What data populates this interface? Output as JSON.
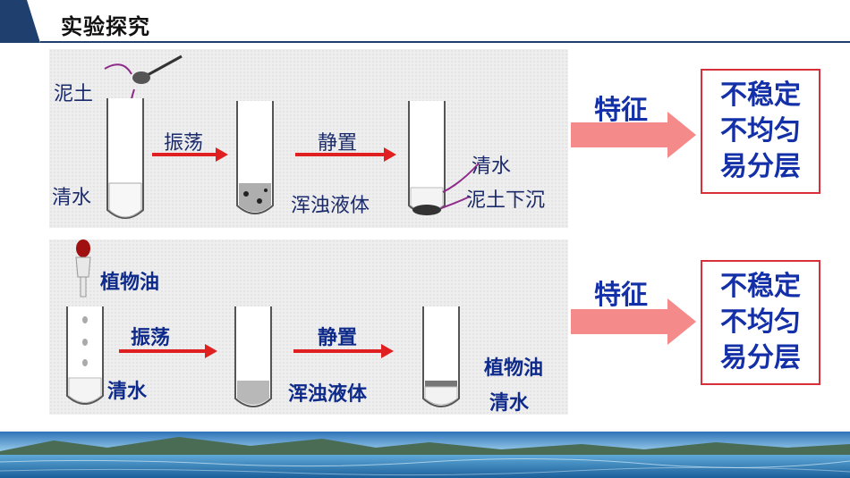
{
  "title": "实验探究",
  "experiment1": {
    "soil": "泥土",
    "water": "清水",
    "shake": "振荡",
    "stand": "静置",
    "turbid": "浑浊液体",
    "clear_water": "清水",
    "settle": "泥土下沉"
  },
  "experiment2": {
    "oil": "植物油",
    "water": "清水",
    "shake": "振荡",
    "stand": "静置",
    "turbid": "浑浊液体",
    "oil_layer": "植物油",
    "water_layer": "清水"
  },
  "feature1": {
    "label": "特征",
    "lines": [
      "不稳定",
      "不均匀",
      "易分层"
    ]
  },
  "feature2": {
    "label": "特征",
    "lines": [
      "不稳定",
      "不均匀",
      "易分层"
    ]
  },
  "colors": {
    "header_dark": "#1f3f6e",
    "arrow_red": "#e02020",
    "big_arrow": "#f58a8a",
    "box_border": "#d8303a",
    "feature_text": "#1430a8"
  }
}
